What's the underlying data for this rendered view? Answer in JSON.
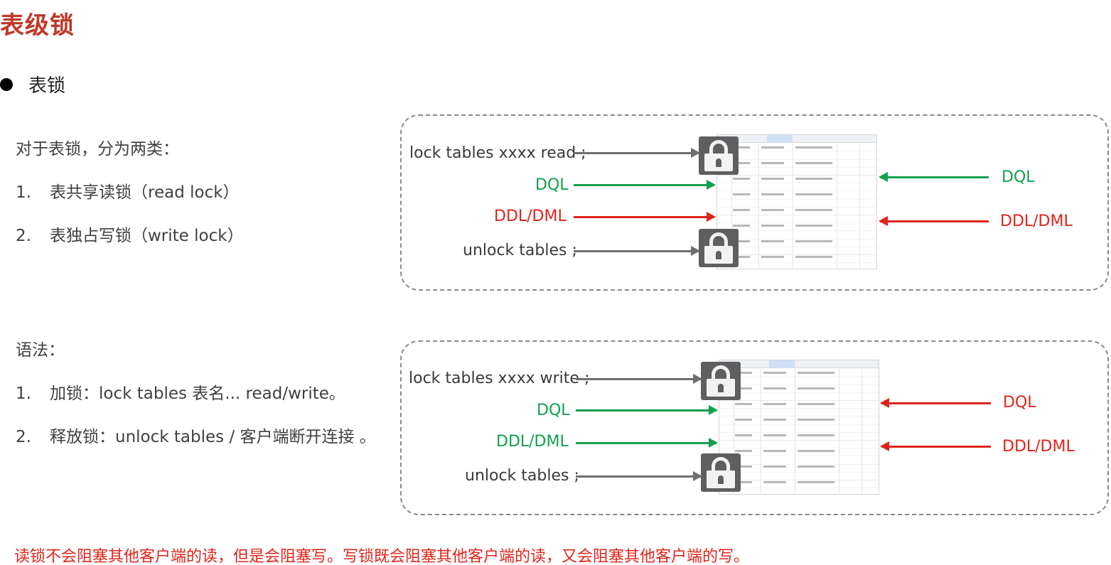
{
  "title": "表级锁",
  "bullet": "表锁",
  "intro": {
    "heading": "对于表锁，分为两类：",
    "items": [
      {
        "num": "1.",
        "text": "表共享读锁（read lock）"
      },
      {
        "num": "2.",
        "text": "表独占写锁（write lock）"
      }
    ]
  },
  "syntax": {
    "heading": "语法：",
    "items": [
      {
        "num": "1.",
        "text": "加锁：lock tables  表名...  read/write。"
      },
      {
        "num": "2.",
        "text": "释放锁：unlock  tables / 客户端断开连接 。"
      }
    ]
  },
  "read_panel": {
    "lock_cmd": "lock tables xxxx read ;",
    "dql": "DQL",
    "ddl": "DDL/DML",
    "unlock_cmd": "unlock tables ;",
    "other_dql": "DQL",
    "other_ddl": "DDL/DML"
  },
  "write_panel": {
    "lock_cmd": "lock tables xxxx write ;",
    "dql": "DQL",
    "ddl": "DDL/DML",
    "unlock_cmd": "unlock tables ;",
    "other_dql": "DQL",
    "other_ddl": "DDL/DML"
  },
  "footer": "读锁不会阻塞其他客户端的读，但是会阻塞写。写锁既会阻塞其他客户端的读，又会阻塞其他客户端的写。",
  "colors": {
    "title": "#c0392b",
    "allowed": "#13a050",
    "blocked": "#e0241b",
    "neutral": "#6e6e6e"
  }
}
